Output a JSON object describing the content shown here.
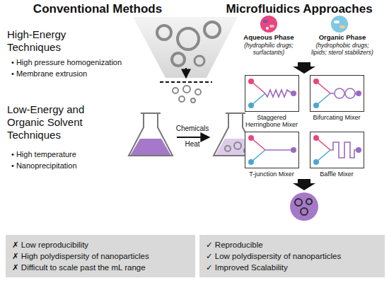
{
  "diagram": {
    "nodes": [
      {
        "text": [
          "✗ Low reproducibility",
          "✗ High polydispersity of nanoparticles",
          "✗ Difficult to scale past the mL range"
        ]
      },
      {
        "text": [
          "Staggered Herringbone Mixer"
        ]
      },
      {
        "text": [
          "Bifurcating Mixer"
        ]
      },
      {
        "text": [
          "T-junction Mixer"
        ]
      },
      {
        "text": [
          "Baffle Mixer"
        ]
      },
      {
        "text": [
          "✓ Reproducible",
          "✓ Low polydispersity of nanoparticles",
          "✓ Improved Scalability"
        ]
      }
    ],
    "labels": [
      "Conventional Methods",
      "High-Energy Techniques",
      "• High pressure homogenization",
      "• Membrane extrusion",
      "Low-Energy and Organic Solvent Techniques",
      "• High temperature",
      "• Nanoprecipitation",
      "Chemicals",
      "Heat",
      "Microfluidics Approaches",
      "Aqueous Phase",
      "(hydrophilic drugs; surfactants)",
      "Organic Phase",
      "(hydrophobic drugs; lipids; sterol stabilizers)"
    ]
  }
}
